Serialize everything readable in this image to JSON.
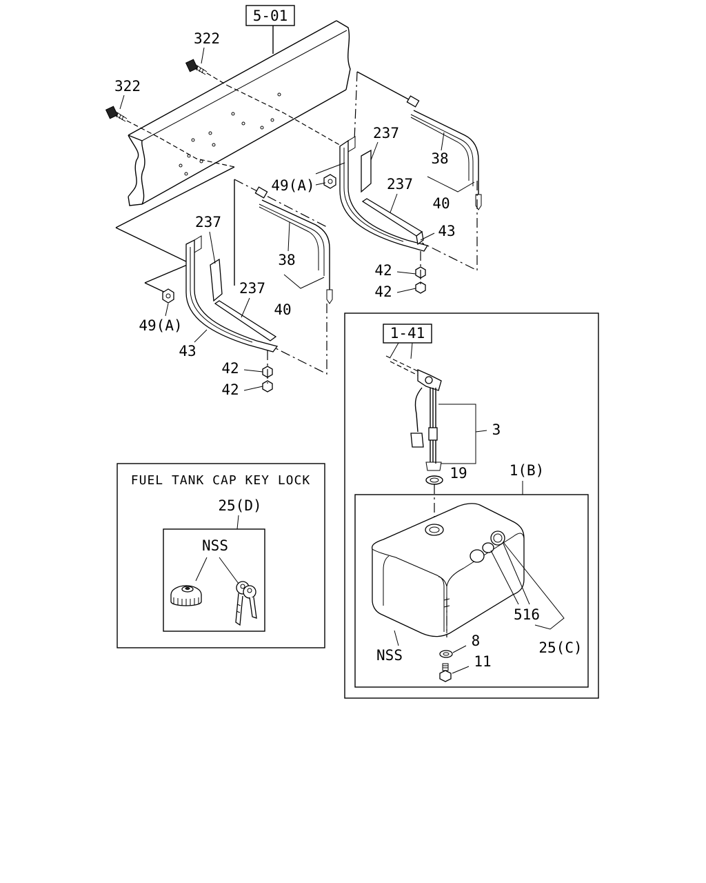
{
  "ref_boxes": {
    "frame_ref": "5-01",
    "gauge_ref": "1-41"
  },
  "keylock": {
    "title": "FUEL TANK CAP KEY LOCK",
    "set_label": "25(D)",
    "nss": "NSS"
  },
  "tank": {
    "group_label": "1(B)",
    "nss": "NSS"
  },
  "callouts": {
    "bolt_top": "322",
    "bolt_left": "322",
    "pad_r1": "237",
    "band_r": "38",
    "pad_r2": "237",
    "band_assy_r": "40",
    "nut_49_r": "49(A)",
    "bracket_r": "43",
    "nut_42_r1": "42",
    "nut_42_r2": "42",
    "pad_l1": "237",
    "band_l": "38",
    "pad_l2": "237",
    "band_assy_l": "40",
    "nut_49_l": "49(A)",
    "bracket_l": "43",
    "nut_42_l1": "42",
    "nut_42_l2": "42",
    "gauge_unit": "3",
    "gasket": "19",
    "cap_parts": "516",
    "cap_set": "25(C)",
    "washer": "8",
    "drain_plug": "11"
  }
}
